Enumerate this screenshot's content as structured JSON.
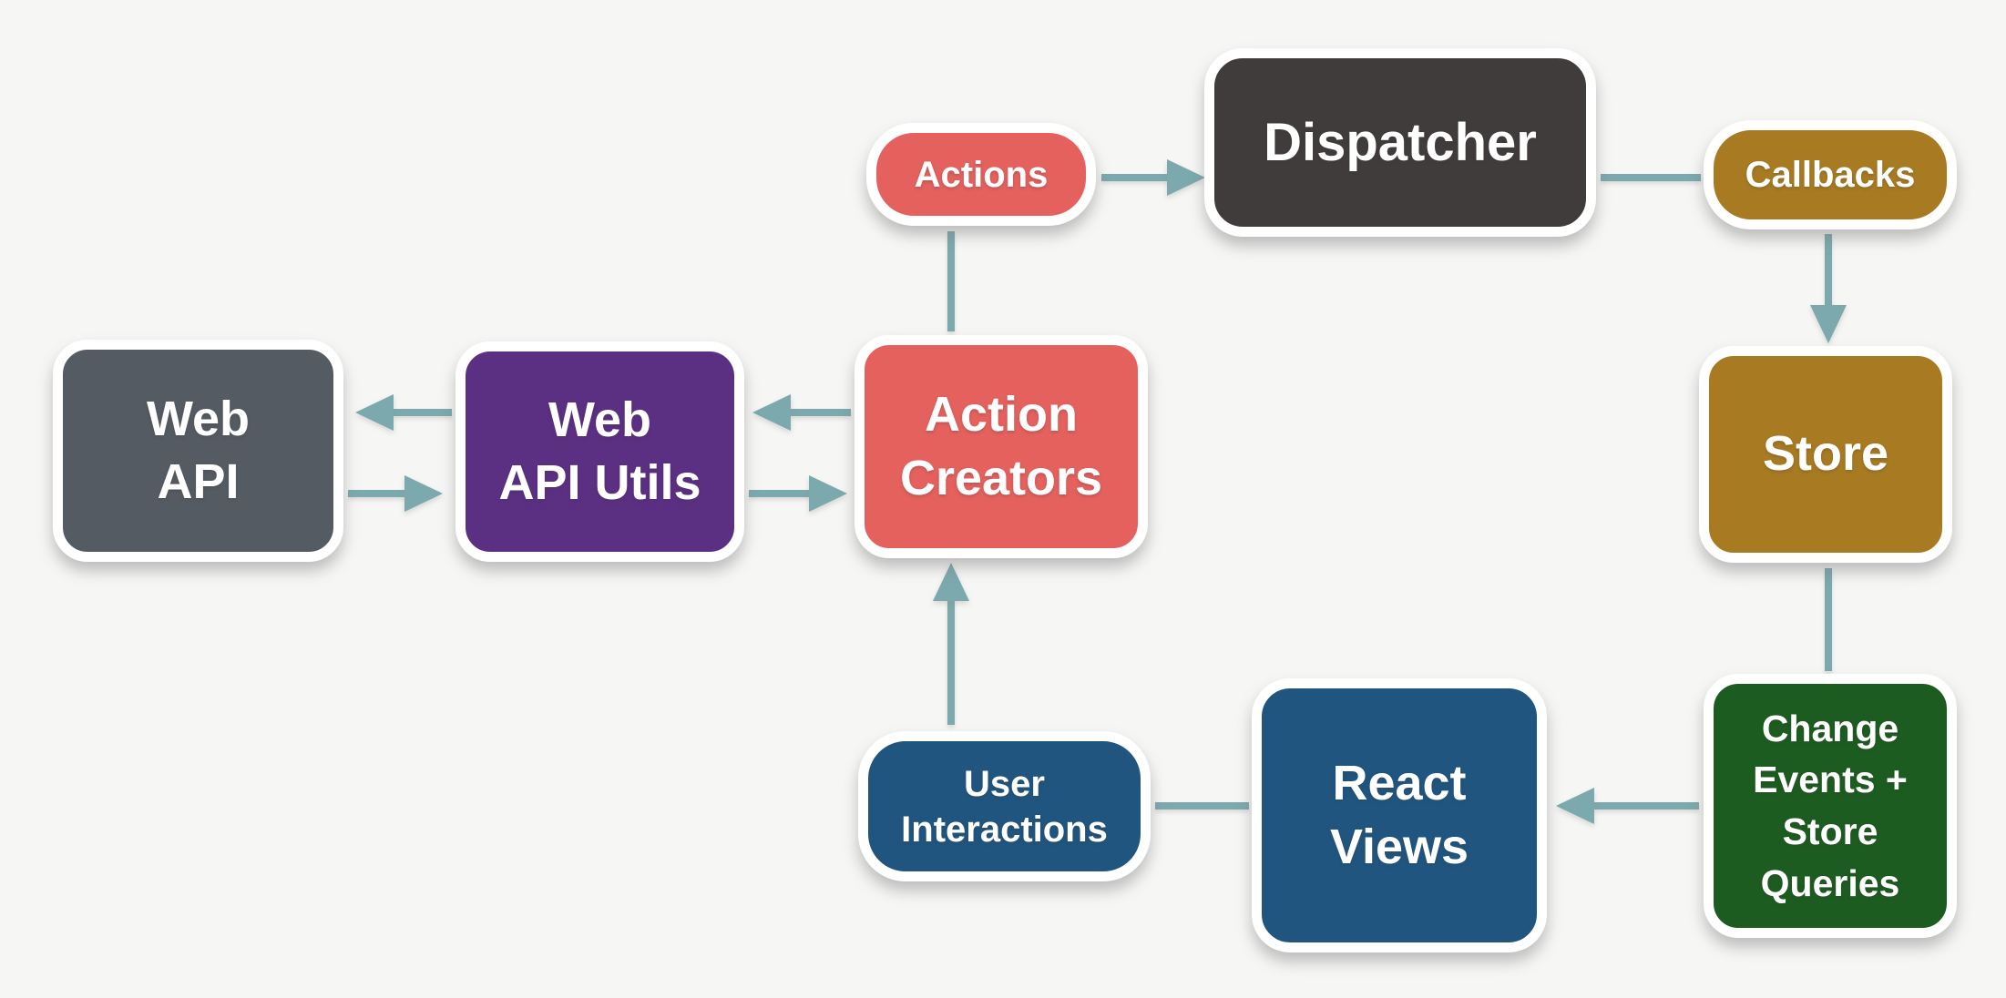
{
  "colors": {
    "background": "#f6f6f5",
    "arrow": "#7ba9ad",
    "node_border": "#ffffff",
    "node_text": "#ffffff",
    "salmon": "#e5615e",
    "dispatcher_gray": "#403c3c",
    "web_api_gray": "#555b62",
    "purple": "#5b2f82",
    "gold": "#a87b22",
    "green": "#1d5c20",
    "blue": "#20557f"
  },
  "nodes": {
    "actions": {
      "label": "Actions",
      "color": "#e5615e"
    },
    "dispatcher": {
      "label": "Dispatcher",
      "color": "#403c3c"
    },
    "callbacks": {
      "label": "Callbacks",
      "color": "#a87b22"
    },
    "store": {
      "label": "Store",
      "color": "#a87b22"
    },
    "change_events": {
      "lines": [
        "Change",
        "Events +",
        "Store",
        "Queries"
      ],
      "color": "#1d5c20"
    },
    "react_views": {
      "lines": [
        "React",
        "Views"
      ],
      "color": "#20557f"
    },
    "user_interactions": {
      "lines": [
        "User",
        "Interactions"
      ],
      "color": "#20557f"
    },
    "action_creators": {
      "lines": [
        "Action",
        "Creators"
      ],
      "color": "#e5615e"
    },
    "web_api_utils": {
      "lines": [
        "Web",
        "API Utils"
      ],
      "color": "#5b2f82"
    },
    "web_api": {
      "lines": [
        "Web",
        "API"
      ],
      "color": "#555b62"
    }
  },
  "edges": [
    {
      "from": "action_creators",
      "to": "actions",
      "arrowhead": false
    },
    {
      "from": "actions",
      "to": "dispatcher",
      "arrowhead": true
    },
    {
      "from": "dispatcher",
      "to": "callbacks",
      "arrowhead": false
    },
    {
      "from": "callbacks",
      "to": "store",
      "arrowhead": true
    },
    {
      "from": "store",
      "to": "change_events",
      "arrowhead": false
    },
    {
      "from": "change_events",
      "to": "react_views",
      "arrowhead": true
    },
    {
      "from": "react_views",
      "to": "user_interactions",
      "arrowhead": false
    },
    {
      "from": "user_interactions",
      "to": "action_creators",
      "arrowhead": true
    },
    {
      "from": "action_creators",
      "to": "web_api_utils",
      "arrowhead": true
    },
    {
      "from": "web_api_utils",
      "to": "action_creators",
      "arrowhead": true
    },
    {
      "from": "web_api_utils",
      "to": "web_api",
      "arrowhead": true
    },
    {
      "from": "web_api",
      "to": "web_api_utils",
      "arrowhead": true
    }
  ]
}
